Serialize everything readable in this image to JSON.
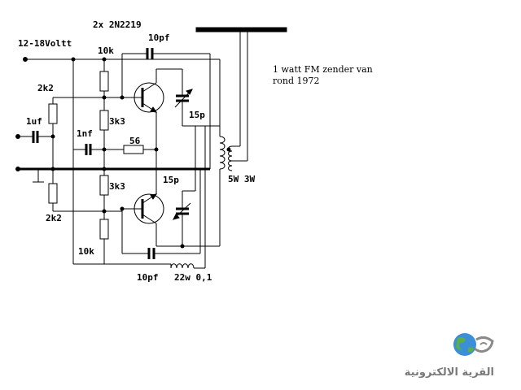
{
  "diagram": {
    "labels": {
      "transistors": "2x 2N2219",
      "supply": "12-18Voltt",
      "r_top_10k": "10k",
      "c_top_10pf": "10pf",
      "r_2k2_top": "2k2",
      "r_3k3_top": "3k3",
      "c_1uf": "1uf",
      "c_1nf": "1nf",
      "r_56": "56",
      "c_15p_top": "15p",
      "c_15p_bottom": "15p",
      "r_3k3_bottom": "3k3",
      "r_2k2_bottom": "2k2",
      "r_bottom_10k": "10k",
      "c_bottom_10pf": "10pf",
      "coil": "22w 0,1",
      "output_coil": "5W 3W"
    },
    "note_line1": "1 watt FM zender van",
    "note_line2": "rond 1972"
  },
  "logo": {
    "text": "القرية الالكترونية",
    "colors": {
      "globe": "#3b8ed8",
      "land": "#5cae4a",
      "text": "#7a7a7a"
    }
  }
}
